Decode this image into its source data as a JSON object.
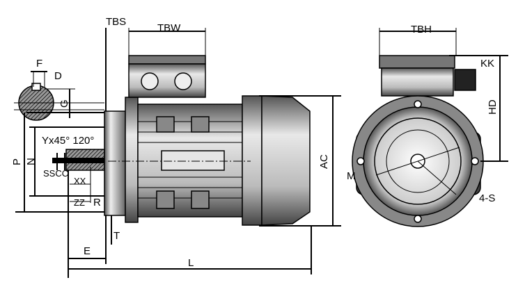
{
  "title": "Motor dimension drawing",
  "labels": {
    "tbs": "TBS",
    "tbw": "TBW",
    "tbh": "TBH",
    "kk": "KK",
    "hd": "HD",
    "f": "F",
    "d": "D",
    "g": "G",
    "p": "P",
    "n": "N",
    "thread": "Yx45° 120°",
    "sscc": "SSCC",
    "xx": "XX",
    "zz": "ZZ",
    "r": "R",
    "t": "T",
    "e": "E",
    "l": "L",
    "ac": "AC",
    "m": "M",
    "holes": "4-S"
  },
  "colors": {
    "line": "#000000",
    "body_dark": "#6e6e6e",
    "body_mid": "#a8a8a8",
    "body_light": "#dcdcdc"
  }
}
